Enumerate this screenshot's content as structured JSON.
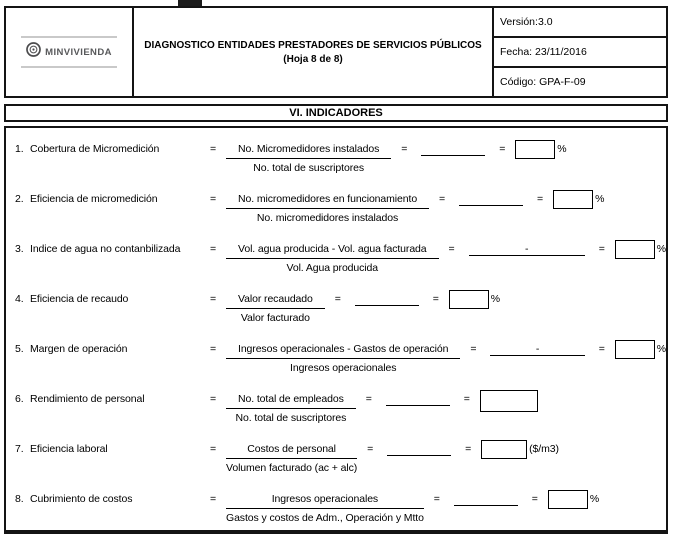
{
  "header": {
    "logo_text": "MINVIVIENDA",
    "title_line1": "DIAGNOSTICO ENTIDADES PRESTADORES DE SERVICIOS PÚBLICOS",
    "title_line2": "(Hoja 8 de 8)",
    "version": "Versión:3.0",
    "fecha": "Fecha:  23/11/2016",
    "codigo": "Código: GPA-F-09"
  },
  "section": {
    "title": "VI. INDICADORES"
  },
  "symbols": {
    "equals": "="
  },
  "indicators": [
    {
      "num": "1.",
      "label": "Cobertura de Micromedición",
      "numerator": "No. Micromedidores instalados",
      "denominator": "No. total de suscriptores",
      "blank": "",
      "unit": "%"
    },
    {
      "num": "2.",
      "label": "Eficiencia de micromedición",
      "numerator": "No. micromedidores en funcionamiento",
      "denominator": "No. micromedidores instalados",
      "blank": "",
      "unit": "%"
    },
    {
      "num": "3.",
      "label": "Indice de agua no contanbilizada",
      "numerator": "Vol. agua producida - Vol. agua facturada",
      "denominator": "Vol. Agua producida",
      "blank": "-",
      "unit": "%"
    },
    {
      "num": "4.",
      "label": "Eficiencia de recaudo",
      "numerator": "Valor recaudado",
      "denominator": "Valor facturado",
      "blank": "",
      "unit": "%"
    },
    {
      "num": "5.",
      "label": "Margen de operación",
      "numerator": "Ingresos operacionales - Gastos de operación",
      "denominator": "Ingresos operacionales",
      "blank": "-",
      "unit": "%"
    },
    {
      "num": "6.",
      "label": "Rendimiento de personal",
      "numerator": "No. total de empleados",
      "denominator": "No. total de suscriptores",
      "blank": "",
      "unit": ""
    },
    {
      "num": "7.",
      "label": "Eficiencia laboral",
      "numerator": "Costos de personal",
      "denominator": "Volumen facturado (ac + alc)",
      "blank": "",
      "unit": "($/m3)"
    },
    {
      "num": "8.",
      "label": "Cubrimiento de costos",
      "numerator": "Ingresos operacionales",
      "denominator": "Gastos y costos de Adm., Operación y Mtto",
      "blank": "",
      "unit": "%"
    }
  ]
}
